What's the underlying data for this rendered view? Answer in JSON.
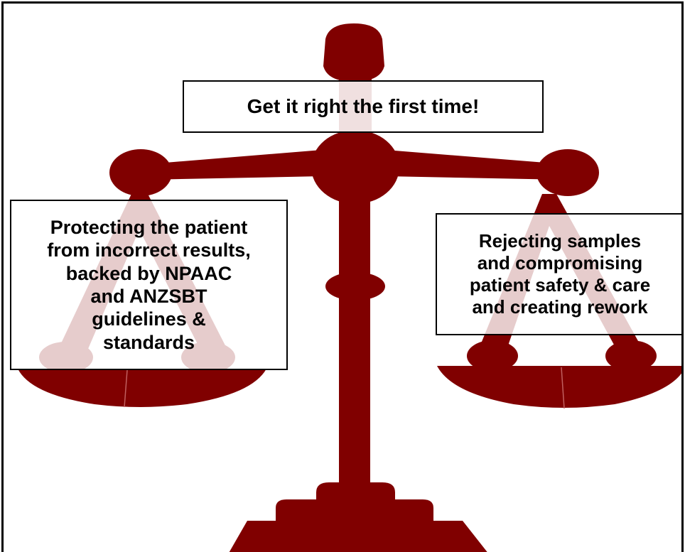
{
  "colors": {
    "scale": "#800000",
    "box_border": "#000000",
    "text": "#000000",
    "background": "#ffffff"
  },
  "title": "Get it right the first time!",
  "left_pan_text": "Protecting the patient\nfrom incorrect results,\nbacked by NPAAC\nand ANZSBT\nguidelines &\nstandards",
  "right_pan_text": "Rejecting samples\nand compromising\npatient safety & care\nand creating rework"
}
